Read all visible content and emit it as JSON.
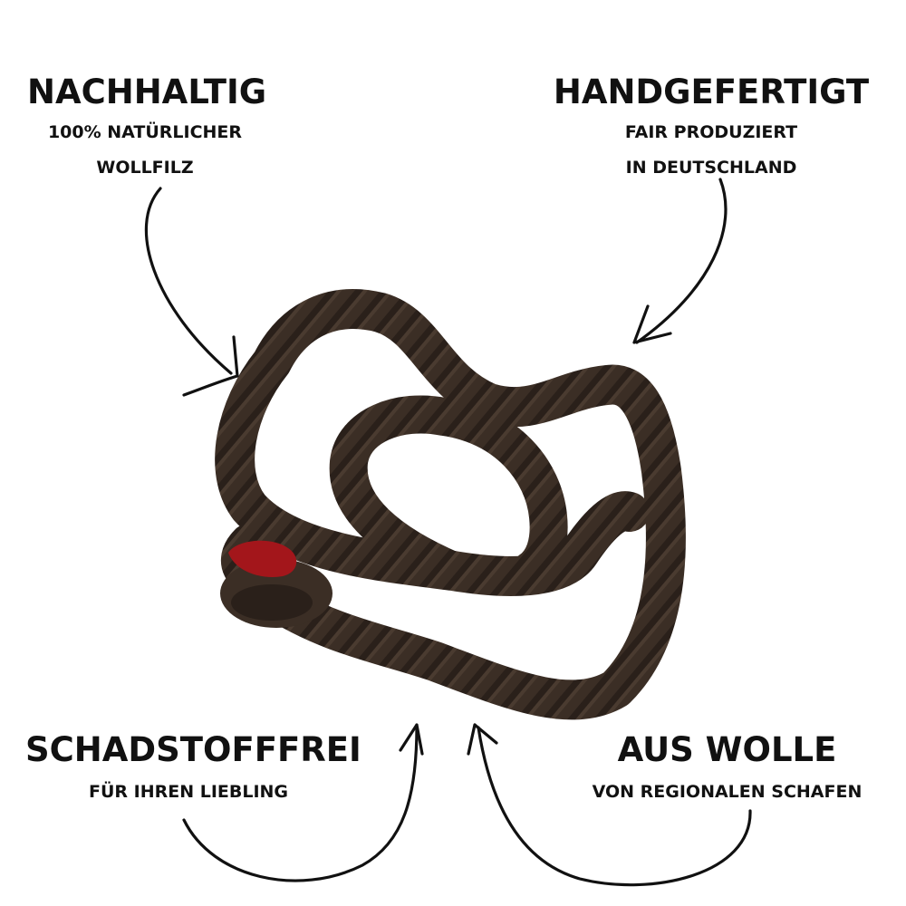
{
  "features": {
    "top_left": {
      "headline": "NACHHALTIG",
      "line1": "100% NATÜRLICHER",
      "line2": "WOLLFILZ"
    },
    "top_right": {
      "headline": "HANDGEFERTIGT",
      "line1": "FAIR PRODUZIERT",
      "line2": "IN DEUTSCHLAND"
    },
    "bottom_left": {
      "headline": "SCHADSTOFFFREI",
      "line1": "FÜR IHREN LIEBLING"
    },
    "bottom_right": {
      "headline": "AUS WOLLE",
      "line1": "VON REGIONALEN SCHAFEN"
    }
  },
  "product": {
    "rope_color": "#3b2e25",
    "tip_color": "#a3161b"
  }
}
